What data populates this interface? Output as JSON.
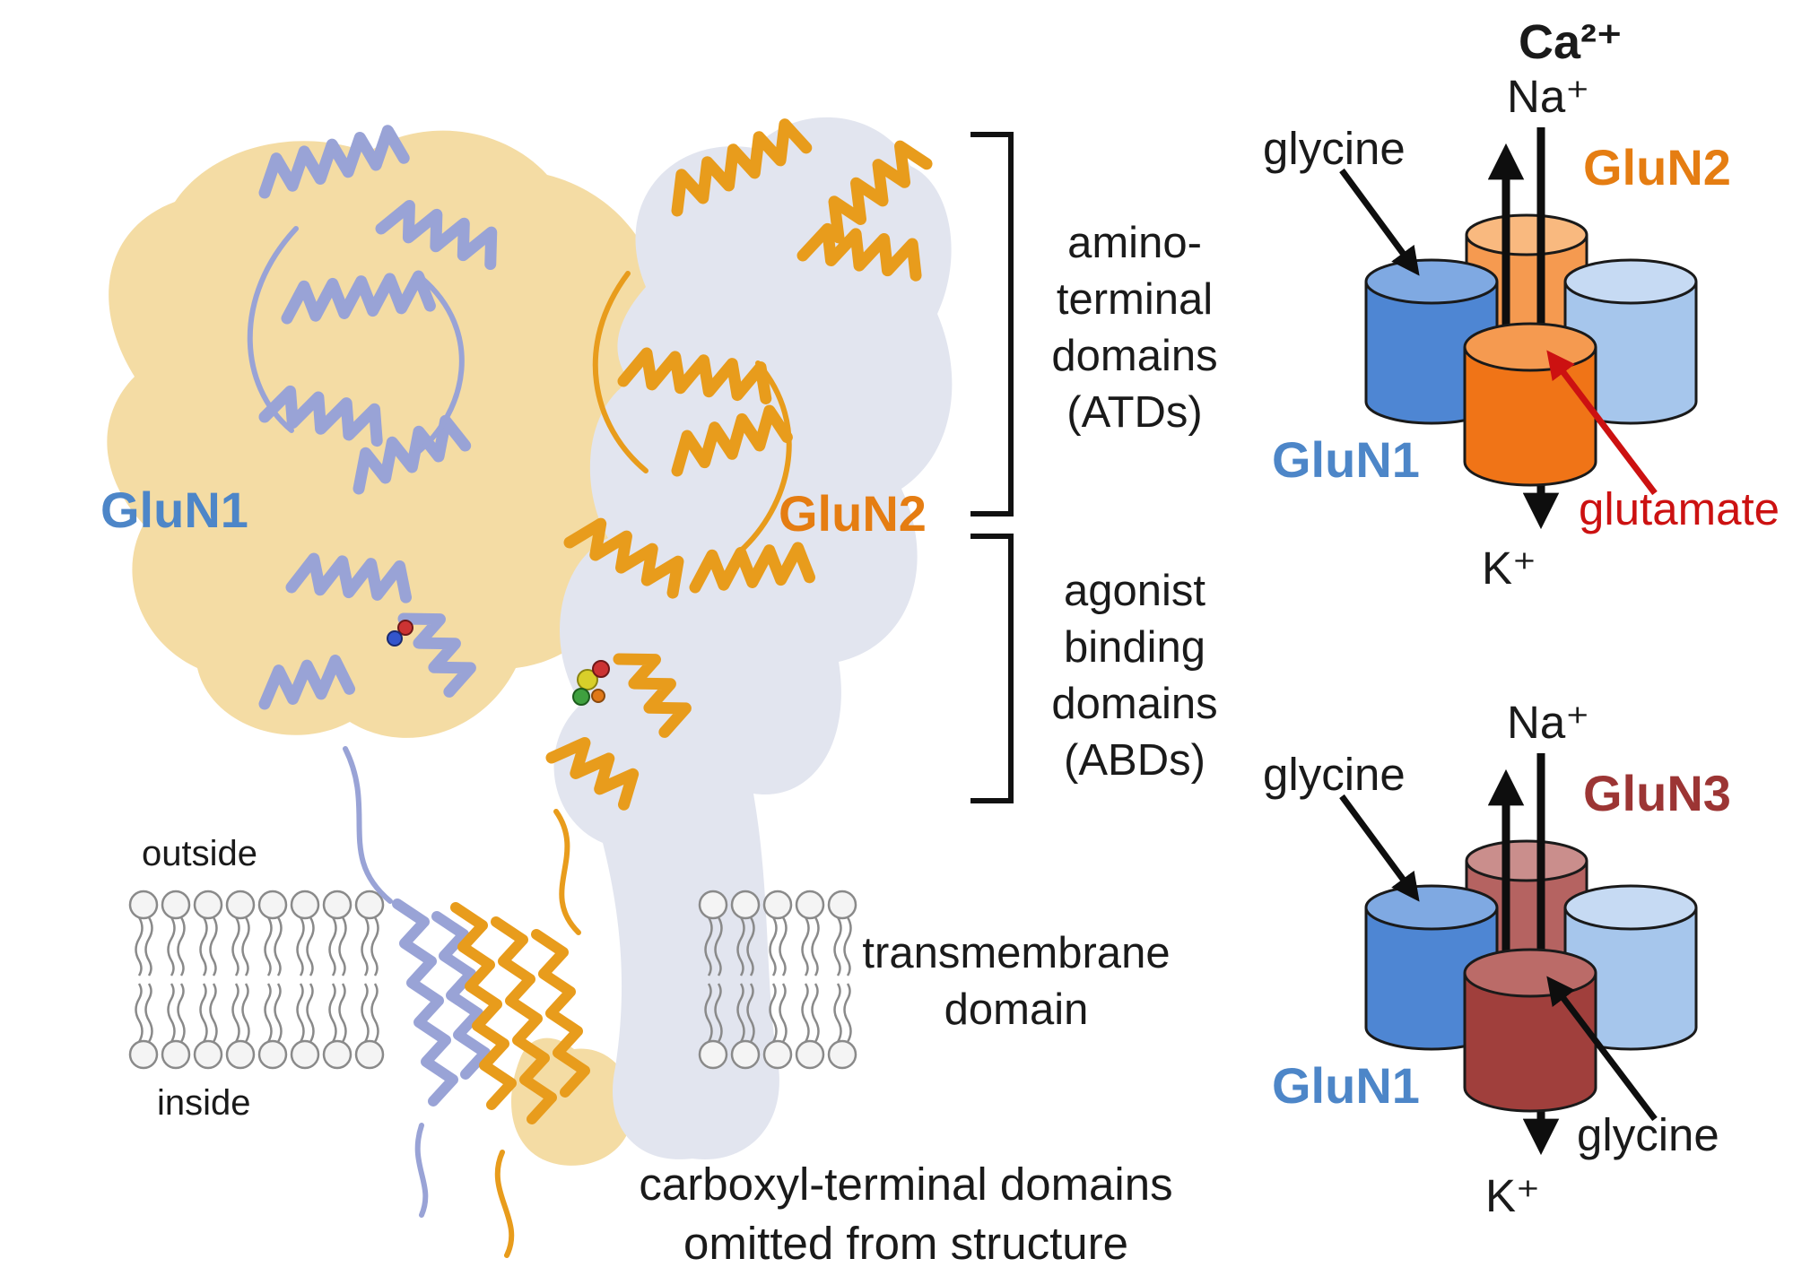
{
  "structure_panel": {
    "glun1_label": "GluN1",
    "glun2_label": "GluN2",
    "atd_lines": [
      "amino-",
      "terminal",
      "domains",
      "(ATDs)"
    ],
    "abd_lines": [
      "agonist",
      "binding",
      "domains",
      "(ABDs)"
    ],
    "outside_label": "outside",
    "inside_label": "inside",
    "tm_lines": [
      "transmembrane",
      "domain"
    ],
    "ctd_lines": [
      "carboxyl-terminal domains",
      "omitted from structure"
    ]
  },
  "glun2_schematic": {
    "ca_label": "Ca²⁺",
    "na_label": "Na⁺",
    "k_label": "K⁺",
    "partner_label": "GluN2",
    "glun1_label": "GluN1",
    "glycine_label": "glycine",
    "agonist_label": "glutamate"
  },
  "glun3_schematic": {
    "na_label": "Na⁺",
    "k_label": "K⁺",
    "partner_label": "GluN3",
    "glun1_label": "GluN1",
    "glycine_label": "glycine",
    "agonist_label": "glycine"
  },
  "colors": {
    "glun1_blue_text": "#4d86c8",
    "glun2_orange_text": "#e57d12",
    "glun3_red_text": "#9c3534",
    "glutamate_red_text": "#cc1111",
    "ribbon_blue": "#99a3d6",
    "ribbon_orange": "#e89c1c",
    "surface_tan": "#f4dca4",
    "surface_gray": "#e2e5ef",
    "membrane_gray": "#8a8a8a",
    "cyl_blue_body": "#4e86d3",
    "cyl_blue_top": "#7fa9e2",
    "cyl_blue_light_body": "#a6c6ec",
    "cyl_blue_light_top": "#c6daf3",
    "cyl_orange_front_body": "#f07417",
    "cyl_orange_front_top": "#f59a50",
    "cyl_orange_back_body": "#f59a50",
    "cyl_orange_back_top": "#f9b97f",
    "cyl_red_front_body": "#a03f3c",
    "cyl_red_front_top": "#bb6b68",
    "cyl_red_back_body": "#b56361",
    "cyl_red_back_top": "#ca8e8c"
  }
}
